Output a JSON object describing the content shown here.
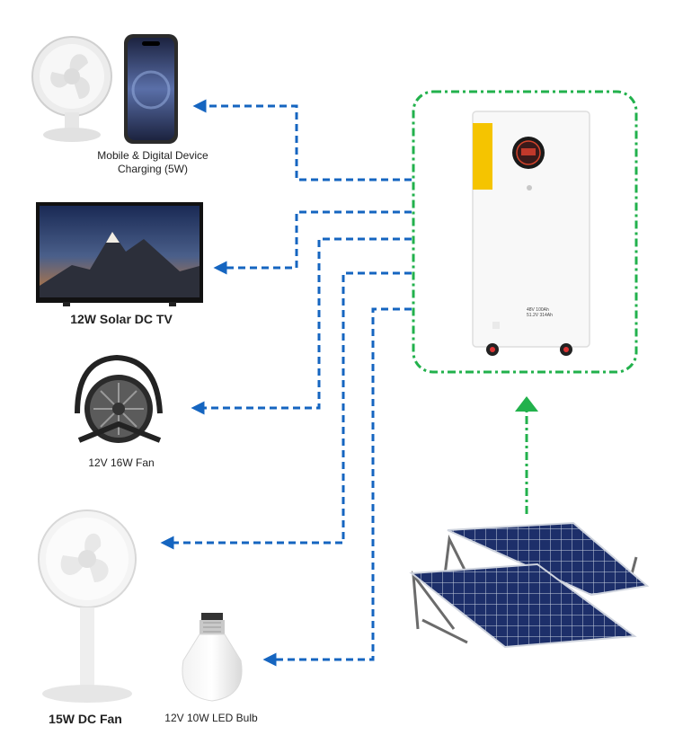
{
  "colors": {
    "dc_line": "#1565c0",
    "solar_line": "#22b14c",
    "battery_accent": "#f5c400",
    "panel": "#1d2f6a"
  },
  "labels": {
    "phone": "Mobile & Digital Device Charging (5W)",
    "tv": "12W Solar DC TV",
    "fan16": "12V 16W  Fan",
    "fan15": "15W DC Fan",
    "bulb": "12V 10W LED Bulb"
  },
  "battery": {
    "spec_line1": "48V 100Ah",
    "spec_line2": "51.2V 314Ah"
  }
}
